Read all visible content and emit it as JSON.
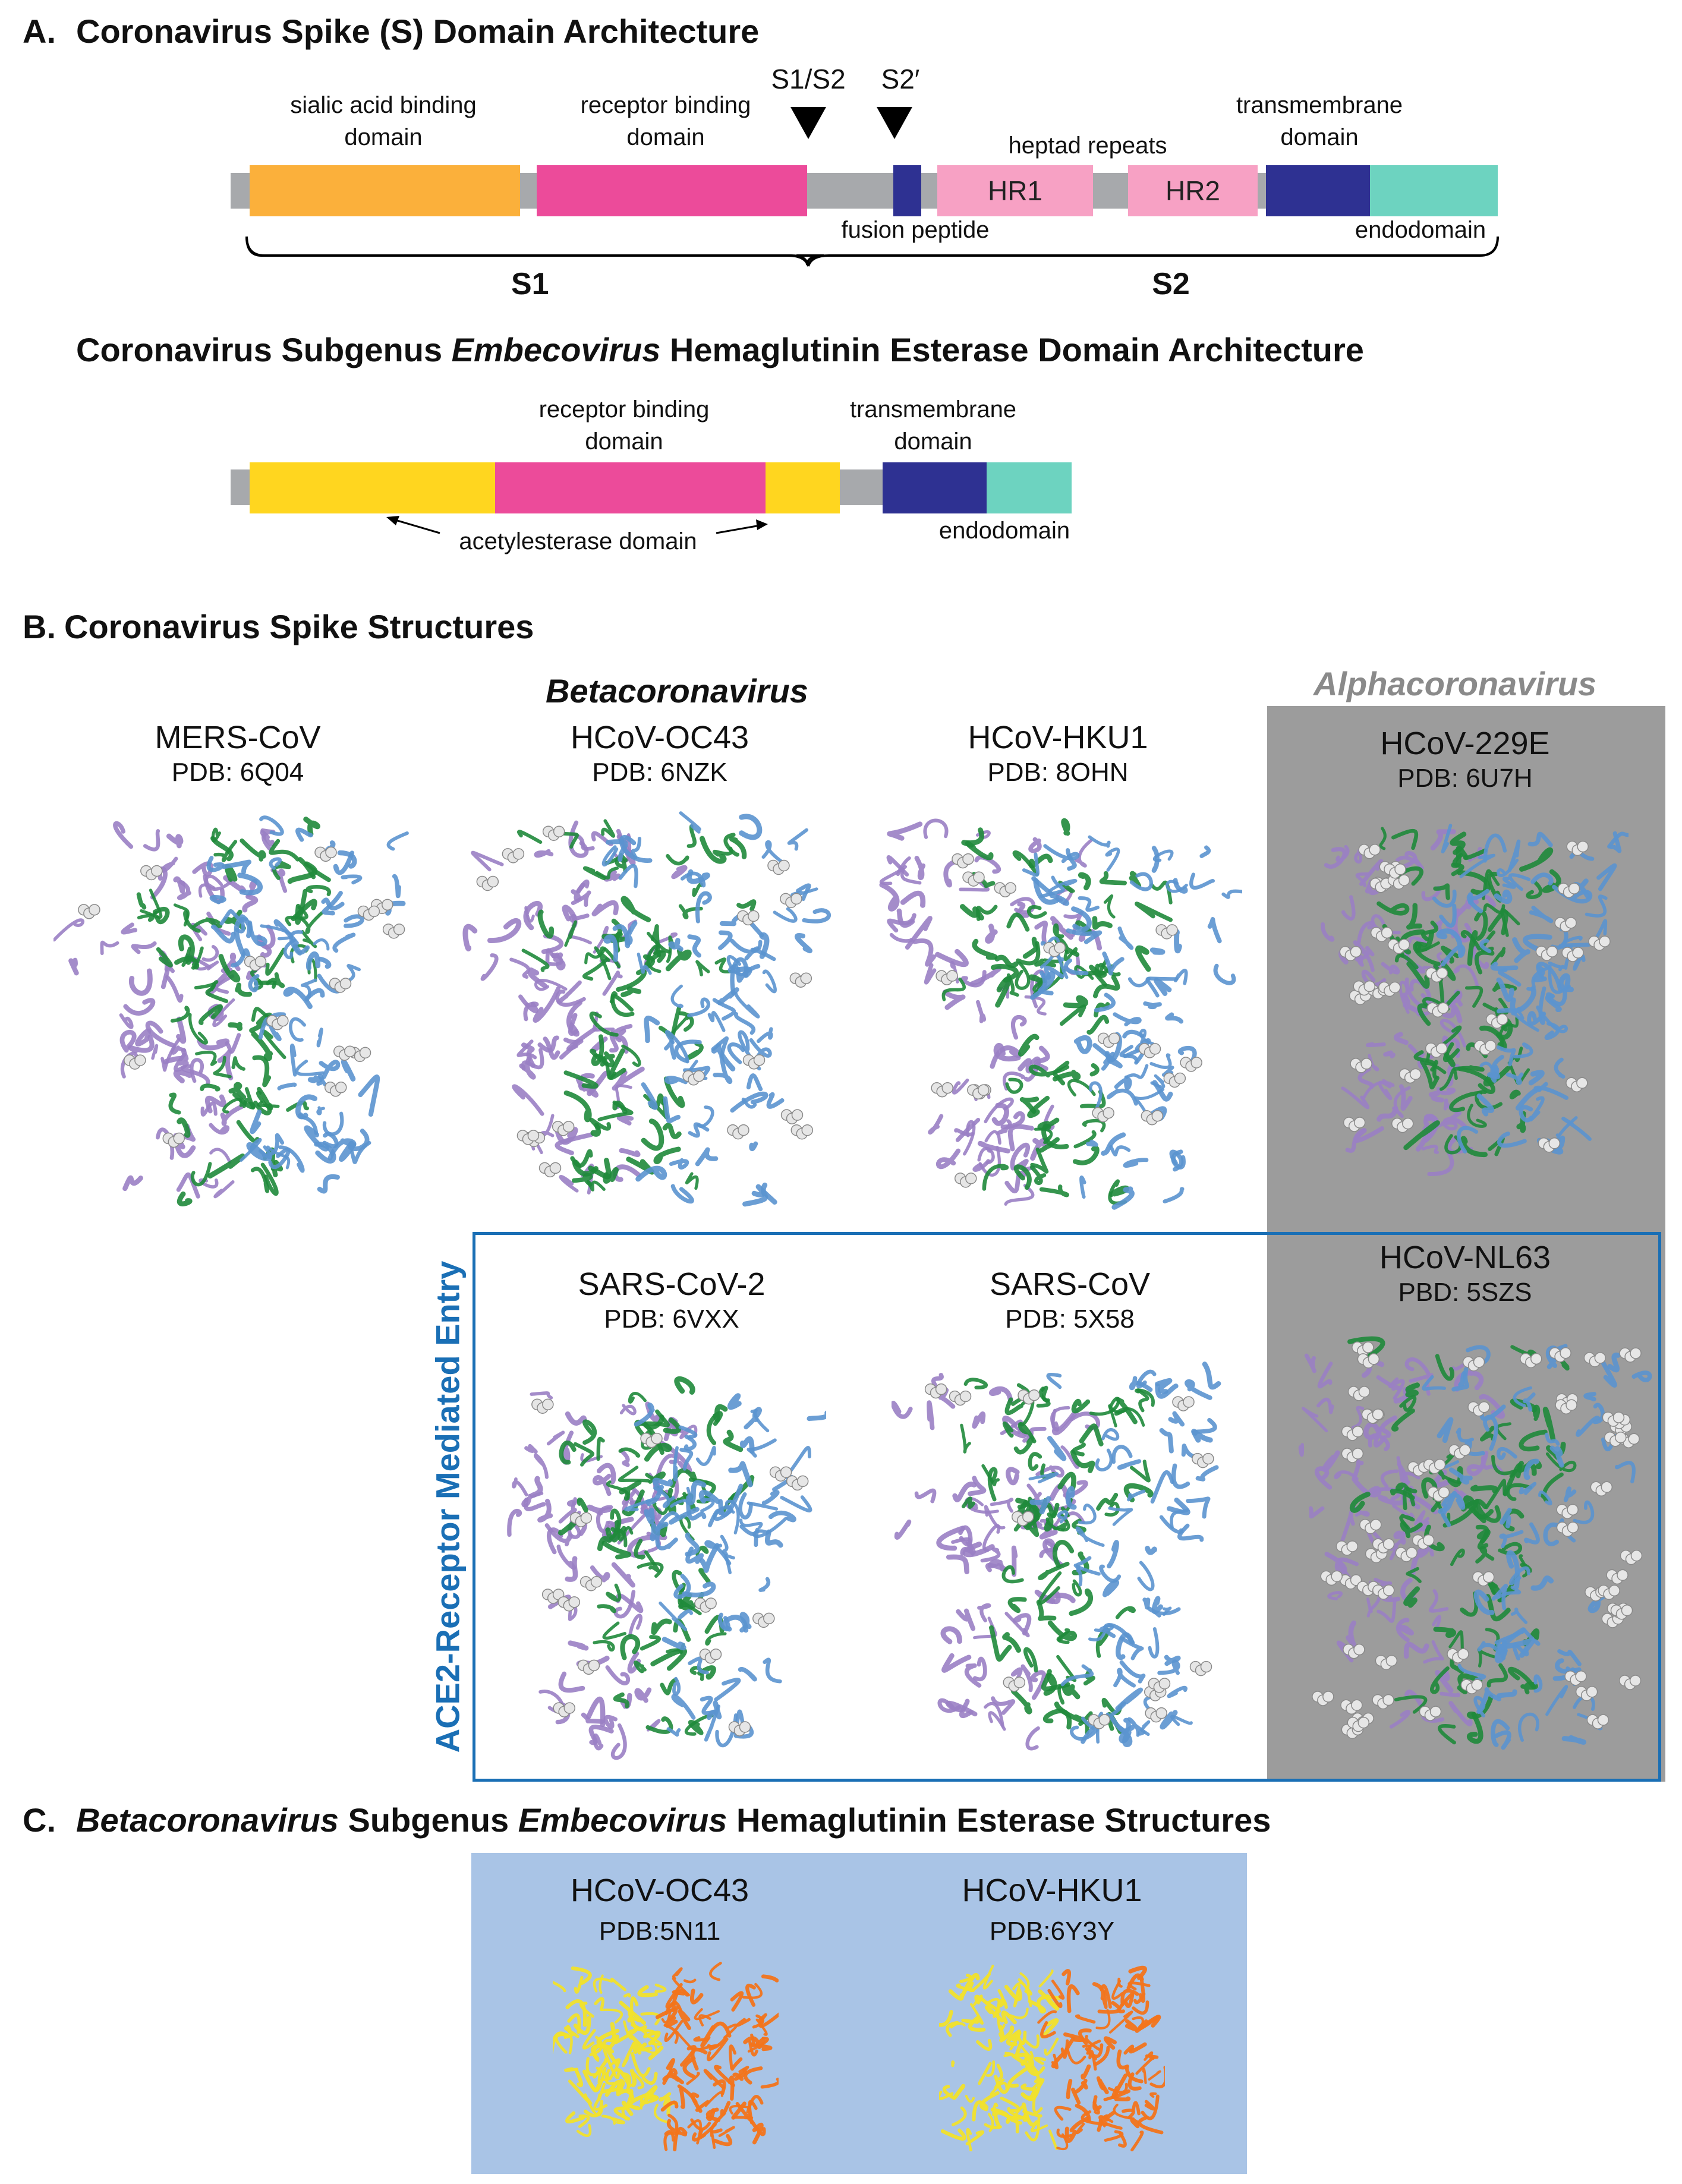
{
  "section_a": {
    "letter": "A.",
    "spike_title": "Coronavirus Spike (S) Domain Architecture",
    "spike_domains": {
      "sialic": "sialic acid binding\ndomain",
      "rbd": "receptor binding\ndomain",
      "heptad": "heptad repeats",
      "tm": "transmembrane\ndomain",
      "hr1": "HR1",
      "hr2": "HR2",
      "fusion": "fusion peptide",
      "endo": "endodomain",
      "cleave1": "S1/S2",
      "cleave2": "S2′",
      "s1": "S1",
      "s2": "S2"
    },
    "he_title_pre": "Coronavirus Subgenus ",
    "he_title_em": "Embecovirus",
    "he_title_post": " Hemaglutinin Esterase Domain Architecture",
    "he_domains": {
      "rbd": "receptor binding\ndomain",
      "tm": "transmembrane\ndomain",
      "acetyl": "acetylesterase domain",
      "endo": "endodomain"
    },
    "colors": {
      "linker": "#a7a9ac",
      "sialic": "#fbb03b",
      "rbd": "#ec4b9a",
      "fusion": "#2e3192",
      "heptad": "#f7a1c4",
      "tm": "#2e3192",
      "endo": "#6dd3c0",
      "acetyl": "#ffd61f"
    }
  },
  "section_b": {
    "letter": "B.",
    "title": "Coronavirus Spike Structures",
    "genus_beta": "Betacoronavirus",
    "genus_alpha": "Alphacoronavirus",
    "ace2_label": "ACE2-Receptor Mediated Entry",
    "structures": [
      {
        "name": "MERS-CoV",
        "pdb": "PDB: 6Q04"
      },
      {
        "name": "HCoV-OC43",
        "pdb": "PDB: 6NZK"
      },
      {
        "name": "HCoV-HKU1",
        "pdb": "PDB: 8OHN"
      },
      {
        "name": "HCoV-229E",
        "pdb": "PDB: 6U7H"
      },
      {
        "name": "SARS-CoV-2",
        "pdb": "PDB: 6VXX"
      },
      {
        "name": "SARS-CoV",
        "pdb": "PDB: 5X58"
      },
      {
        "name": "HCoV-NL63",
        "pdb": "PBD: 5SZS"
      }
    ],
    "colors": {
      "chain_a": "#9a7fc4",
      "chain_b": "#5b93cf",
      "chain_c": "#1f8a3b",
      "glycan": "#e6e6e6",
      "alpha_panel": "#9c9c9c",
      "ace2_box": "#1a6fb5"
    }
  },
  "section_c": {
    "letter": "C.",
    "title_em1": "Betacoronavirus",
    "title_mid": " Subgenus ",
    "title_em2": "Embecovirus",
    "title_post": " Hemaglutinin Esterase Structures",
    "structures": [
      {
        "name": "HCoV-OC43",
        "pdb": "PDB:5N11"
      },
      {
        "name": "HCoV-HKU1",
        "pdb": "PDB:6Y3Y"
      }
    ],
    "colors": {
      "panel": "#a9c4e6",
      "yellow": "#f1e12b",
      "orange": "#f2741b"
    }
  }
}
